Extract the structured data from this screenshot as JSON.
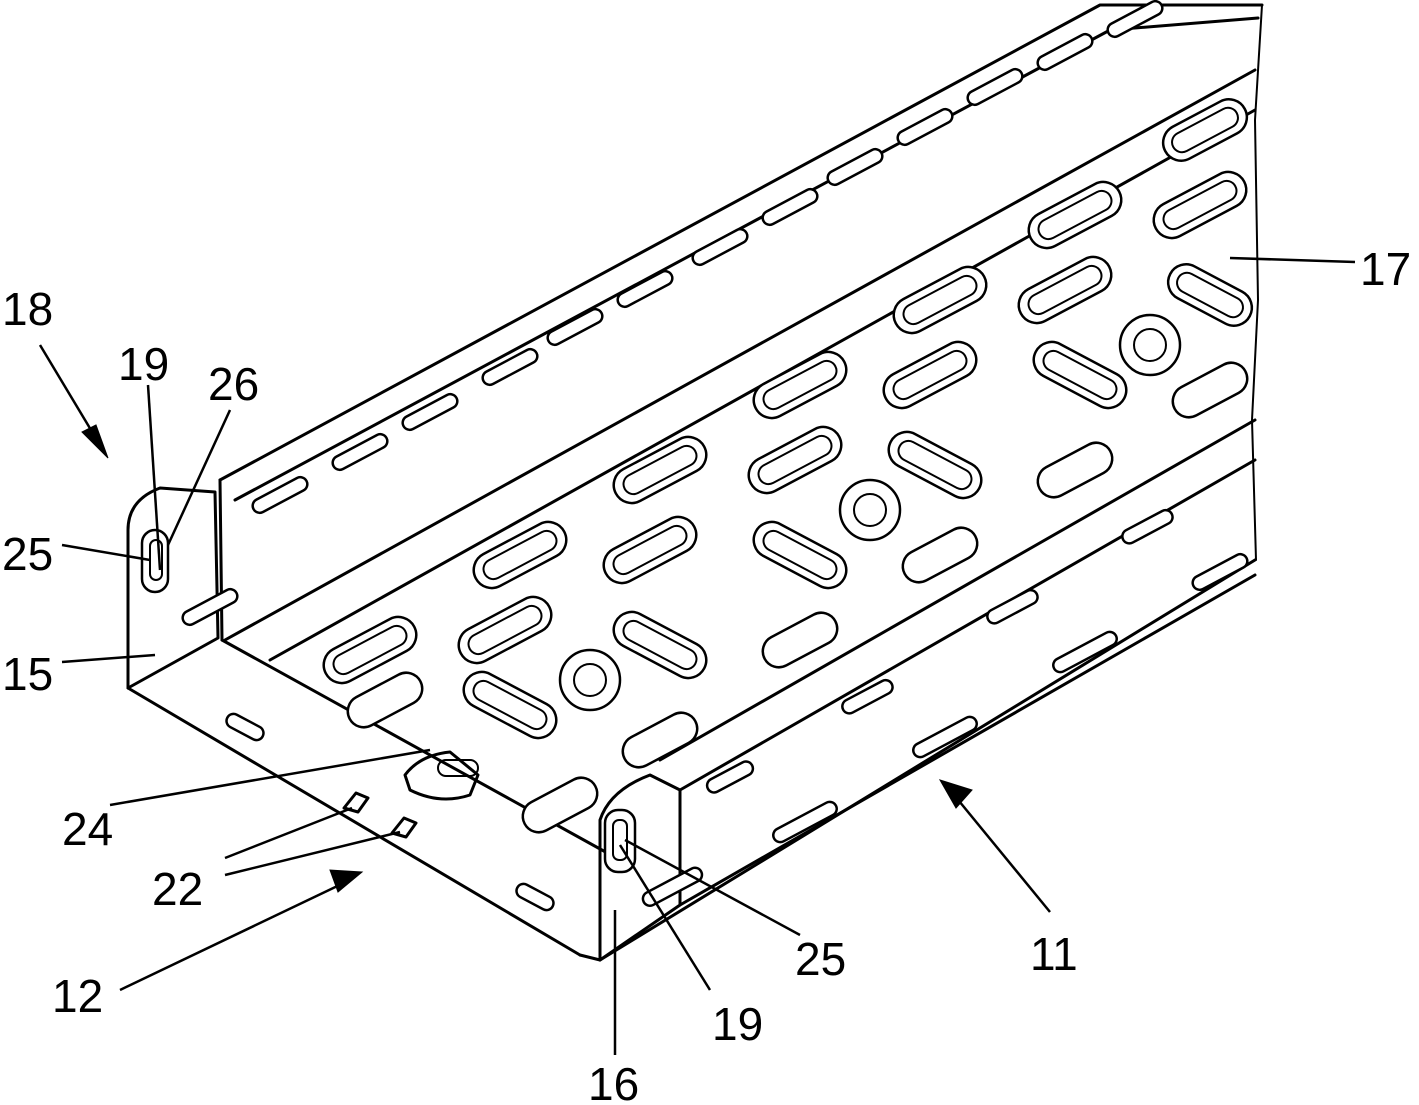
{
  "figure": {
    "description_icon": "cable-tray-perspective-drawing",
    "ink_color": "#000000",
    "background_color": "#ffffff"
  },
  "labels": {
    "l18": "18",
    "l19a": "19",
    "l26": "26",
    "l25a": "25",
    "l15": "15",
    "l24": "24",
    "l22": "22",
    "l12": "12",
    "l17": "17",
    "l11": "11",
    "l25b": "25",
    "l19b": "19",
    "l16": "16"
  }
}
